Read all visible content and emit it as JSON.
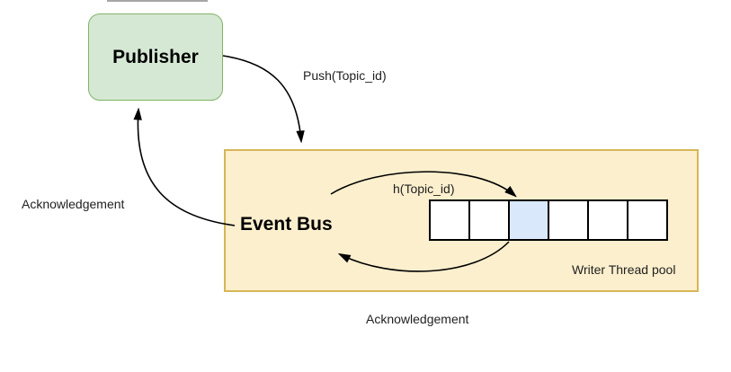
{
  "diagram": {
    "publisher": {
      "label": "Publisher"
    },
    "event_bus": {
      "label": "Event Bus"
    },
    "writer_pool": {
      "label": "Writer Thread pool",
      "cell_count": 6,
      "highlighted_cell_index": 2
    },
    "arrows": [
      {
        "name": "push",
        "label": "Push(Topic_id)",
        "from": "Publisher",
        "to": "Event Bus"
      },
      {
        "name": "acknowledgement-to-publisher",
        "label": "Acknowledgement",
        "from": "Event Bus",
        "to": "Publisher"
      },
      {
        "name": "hash",
        "label": "h(Topic_id)",
        "from": "Event Bus",
        "to": "Writer Thread pool cell"
      },
      {
        "name": "acknowledgement-return",
        "label": "Acknowledgement",
        "from": "Writer Thread pool cell",
        "to": "Event Bus"
      }
    ],
    "colors": {
      "publisher_fill": "#d5e8d4",
      "publisher_border": "#82b366",
      "event_bus_fill": "#fcefcd",
      "event_bus_border": "#d6b656",
      "cell_fill": "#ffffff",
      "cell_border": "#000000",
      "highlight_cell_fill": "#dae8fc",
      "arrow_color": "#000000"
    }
  }
}
